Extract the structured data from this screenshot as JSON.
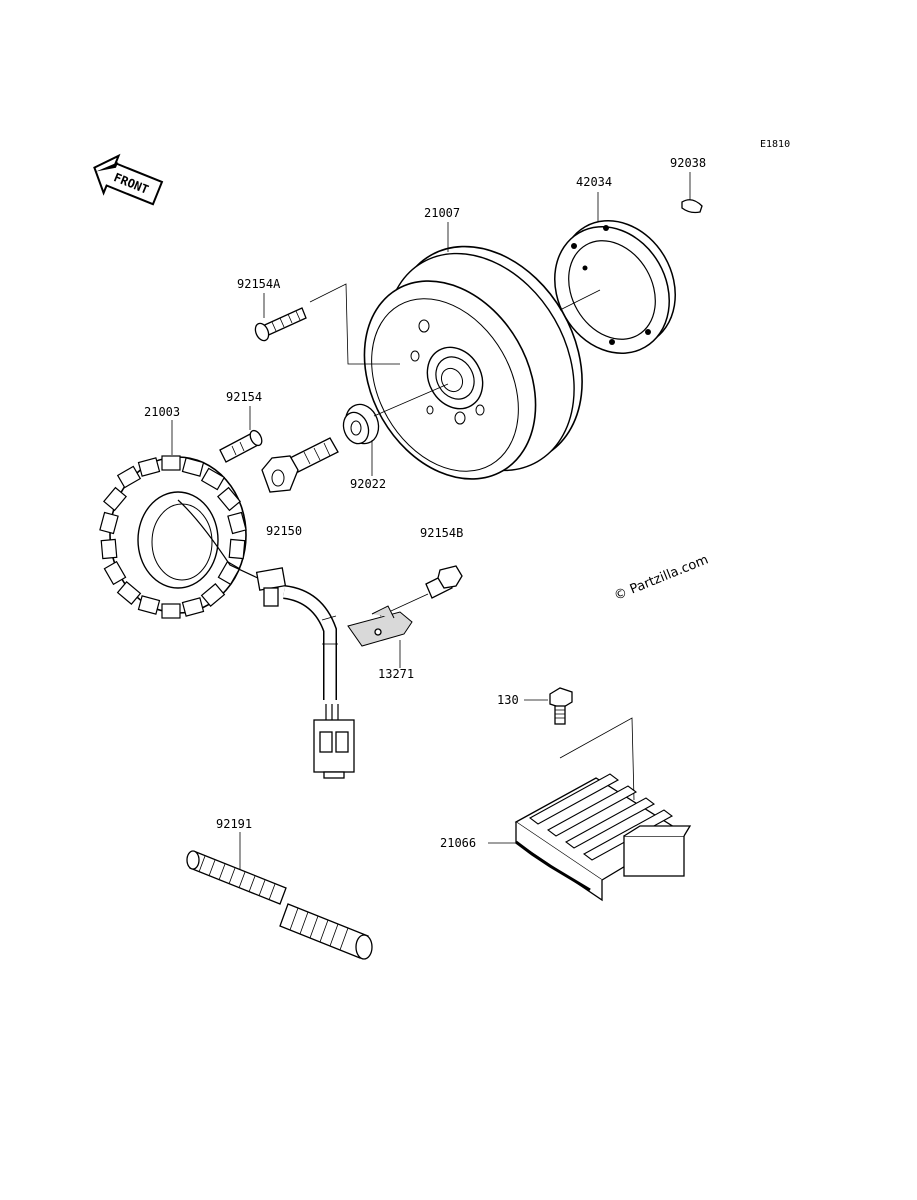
{
  "diagram_code": "E1810",
  "front_label": "FRONT",
  "watermark": "© Partzilla.com",
  "footer": "",
  "parts": [
    {
      "id": "p-92038",
      "number": "92038"
    },
    {
      "id": "p-42034",
      "number": "42034"
    },
    {
      "id": "p-21007",
      "number": "21007"
    },
    {
      "id": "p-92154A",
      "number": "92154A"
    },
    {
      "id": "p-92154",
      "number": "92154"
    },
    {
      "id": "p-21003",
      "number": "21003"
    },
    {
      "id": "p-92022",
      "number": "92022"
    },
    {
      "id": "p-92150",
      "number": "92150"
    },
    {
      "id": "p-92154B",
      "number": "92154B"
    },
    {
      "id": "p-13271",
      "number": "13271"
    },
    {
      "id": "p-130",
      "number": "130"
    },
    {
      "id": "p-21066",
      "number": "21066"
    },
    {
      "id": "p-92191",
      "number": "92191"
    }
  ]
}
